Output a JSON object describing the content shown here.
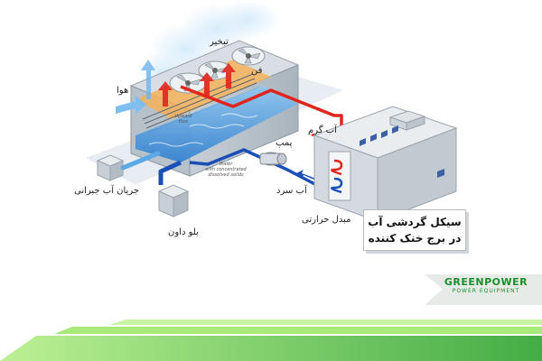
{
  "labels": {
    "evaporation": "تبخیر",
    "fan": "فن",
    "air": "هوا",
    "hot_water": "آب گرم",
    "pump": "پمپ",
    "cold_water": "آب سرد",
    "heat_exchanger": "مبدل حرارتی",
    "makeup_water": "جریان آب جبرانی",
    "blowdown": "بلو داون",
    "upward_flow_line1": "Upward",
    "upward_flow_line2": "flow",
    "water_note_line1": "Water",
    "water_note_line2": "with concentrated",
    "water_note_line3": "dissolved solids"
  },
  "title": {
    "line1": "سیکل گردشی آب",
    "line2": "در برج خنک کننده"
  },
  "logo": {
    "brand": "GREENPOWER",
    "tagline": "POWER EQUIPMENT"
  },
  "colors": {
    "hot_pipe": "#e0261c",
    "cold_pipe": "#1b4fb5",
    "water": "#5aa8e6",
    "brand_green": "#2fa83a",
    "stripe_green": "#7ed957"
  }
}
